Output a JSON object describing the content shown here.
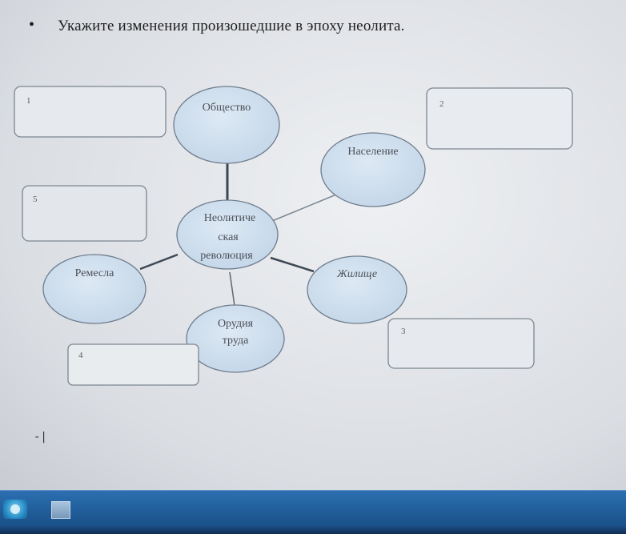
{
  "question": {
    "bullet": "•",
    "text": "Укажите изменения произошедшие  в эпоху неолита."
  },
  "diagram": {
    "center": [
      "Неолитиче",
      "ская",
      "революция"
    ],
    "nodes": {
      "society": "Общество",
      "population": "Население",
      "crafts": "Ремесла",
      "housing": "Жилище",
      "tools": [
        "Орудия",
        "труда"
      ]
    },
    "boxes": {
      "box1": "1",
      "box2": "2",
      "box3": "3",
      "box4": "4",
      "box5": "5"
    }
  },
  "cursor": "-|",
  "taskbar": {
    "icons": [
      "start-orb-icon",
      "window-app-icon"
    ]
  },
  "colors": {
    "ellipse_fill": "#cfe0ef",
    "ellipse_stroke": "#6e7c8c",
    "connector": "#4d5a66",
    "taskbar": "#1f5a96"
  }
}
